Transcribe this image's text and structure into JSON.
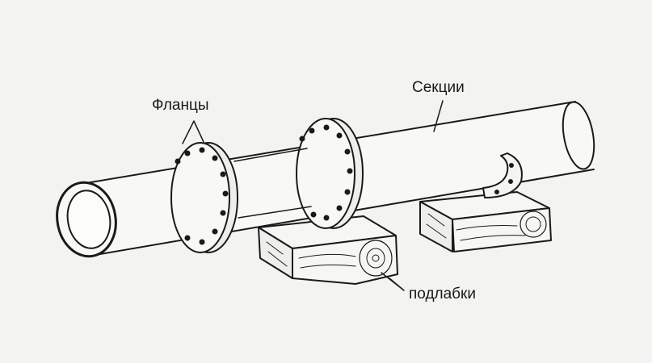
{
  "labels": {
    "flanges": "Фланцы",
    "sections": "Секции",
    "supports": "подлабки"
  },
  "colors": {
    "ink": "#1a1a1a",
    "paper": "#f3f3f1"
  }
}
